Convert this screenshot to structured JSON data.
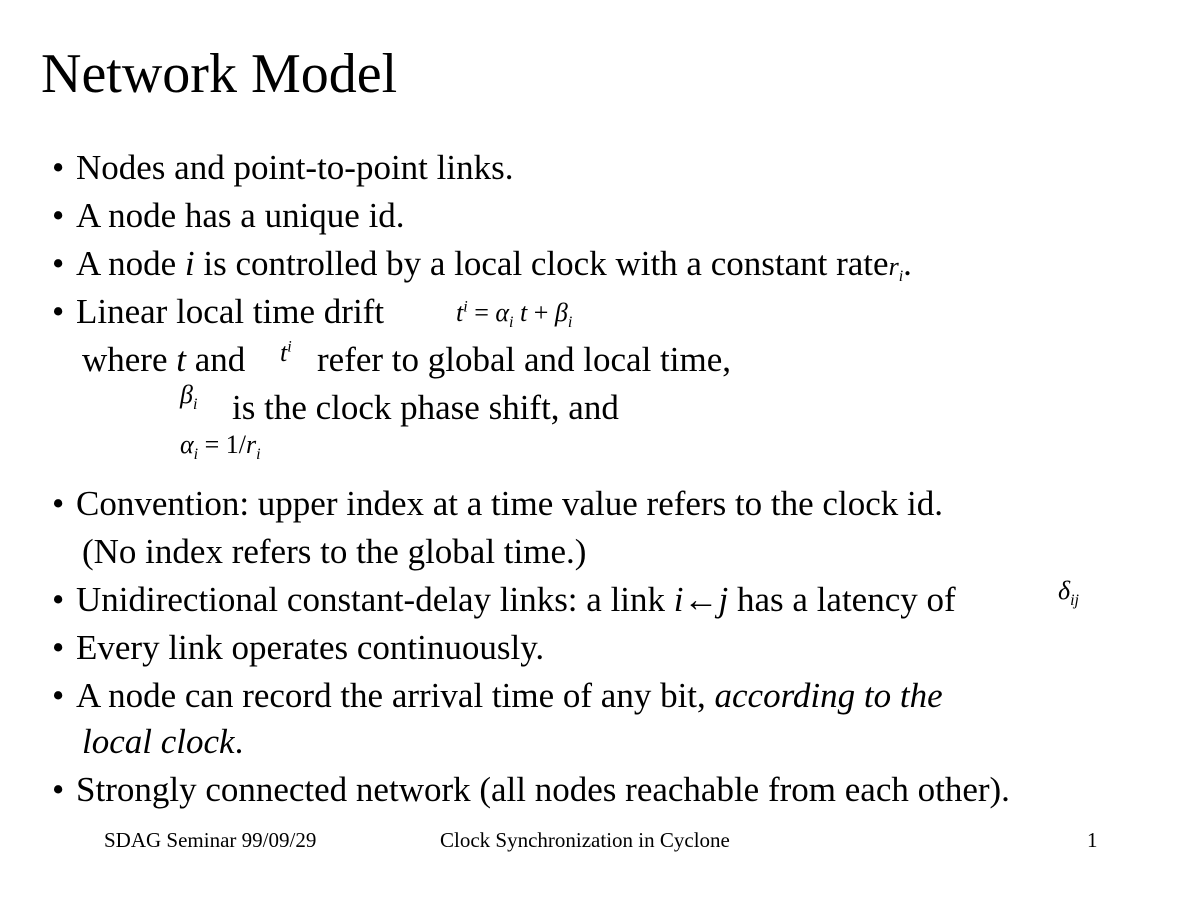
{
  "title": "Network Model",
  "bullet_char": "•",
  "lines": {
    "l1": "Nodes and point-to-point links.",
    "l2": "A node has a unique id.",
    "l3a": "A node ",
    "l3b": "i",
    "l3c": " is controlled by a local clock with a constant rate",
    "l3d": ".",
    "l4": "Linear local time drift",
    "l5a": "where ",
    "l5b": "t",
    "l5c": " and",
    "l5d": "refer to global and local time,",
    "l6": "is the clock phase shift, and",
    "l7a": "Convention: upper index at a time value refers to the clock id.",
    "l7b": "(No index refers to the global time.)",
    "l8a": "Unidirectional constant-delay links: a link ",
    "l8b": "i",
    "l8c": "←",
    "l8d": "j",
    "l8e": " has a latency of",
    "l9": "Every link operates continuously.",
    "l10a": "A node can record the arrival time of any bit, ",
    "l10b": "according to the",
    "l10c": "local clock",
    "l10d": ".",
    "l11": "Strongly connected network (all nodes reachable from each other)."
  },
  "math": {
    "r_sym": "r",
    "r_sub": "i",
    "t_sym": "t",
    "i_sup": "i",
    "eq": " = ",
    "alpha": "α",
    "beta": "β",
    "plus": " + ",
    "i_sub": "i",
    "one_over": "1/",
    "delta": "δ",
    "ij_sub": "ij"
  },
  "footer": {
    "left": "SDAG Seminar 99/09/29",
    "center": "Clock Synchronization in Cyclone",
    "page": "1"
  }
}
